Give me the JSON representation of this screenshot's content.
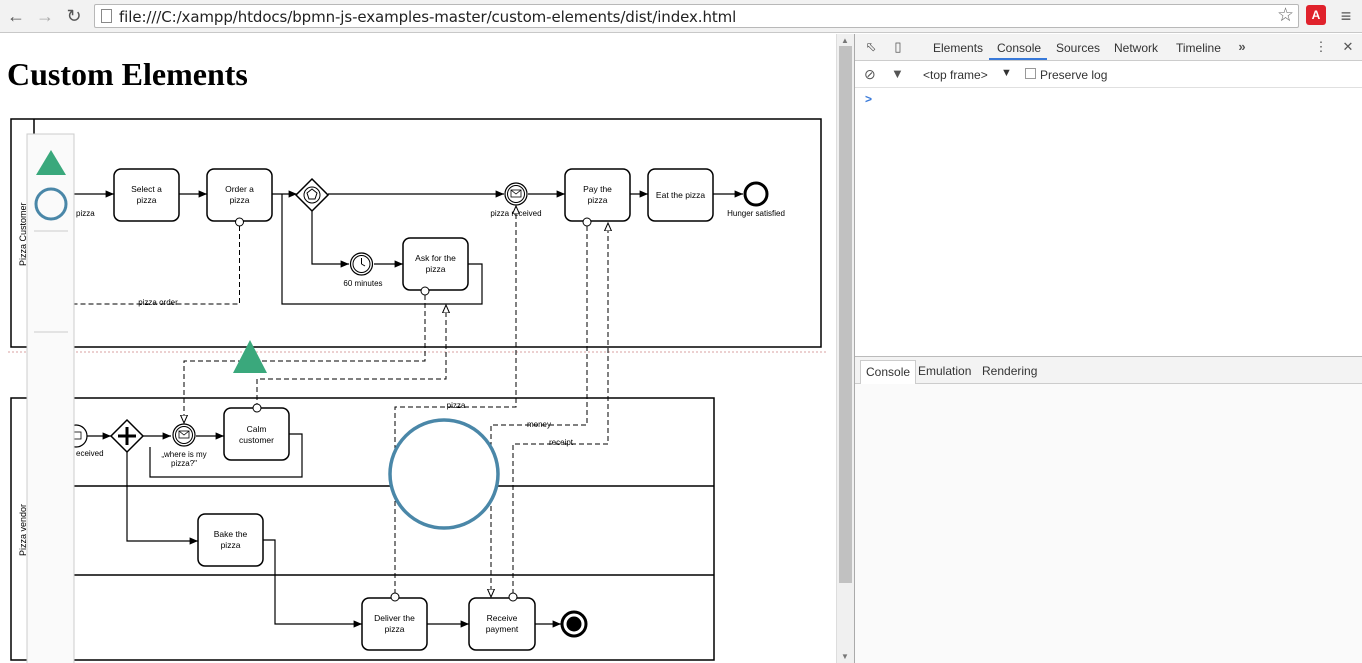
{
  "browser": {
    "url": "file:///C:/xampp/htdocs/bpmn-js-examples-master/custom-elements/dist/index.html",
    "back_icon": "back-arrow-icon",
    "forward_icon": "forward-arrow-icon",
    "reload_icon": "reload-icon",
    "star_icon": "star-icon",
    "extension_icon": "extension-icon",
    "menu_icon": "menu-icon"
  },
  "page": {
    "title": "Custom Elements"
  },
  "diagram": {
    "pools": [
      {
        "name": "Pizza Customer"
      },
      {
        "name": "Pizza vendor"
      }
    ],
    "customer": {
      "start_label": "pizza",
      "select_task": [
        "Select a",
        "pizza"
      ],
      "order_task": [
        "Order a",
        "pizza"
      ],
      "timer_label": "60 minutes",
      "ask_task": [
        "Ask for the",
        "pizza"
      ],
      "received_label": "pizza received",
      "pay_task": [
        "Pay the",
        "pizza"
      ],
      "eat_task": "Eat the pizza",
      "end_label": "Hunger satisfied"
    },
    "vendor": {
      "start_label": "eceived",
      "where_label": [
        "„where is my",
        "pizza?\""
      ],
      "calm_task": [
        "Calm",
        "customer"
      ],
      "bake_task": [
        "Bake the",
        "pizza"
      ],
      "deliver_task": [
        "Deliver the",
        "pizza"
      ],
      "receive_task": [
        "Receive",
        "payment"
      ]
    },
    "flows": {
      "pizza_order": "pizza order",
      "pizza": "pizza",
      "money": "money",
      "receipt": "receipt"
    },
    "colors": {
      "triangle": "#3aa87c",
      "circle": "#4a87a8"
    }
  },
  "devtools": {
    "tabs": [
      "Elements",
      "Console",
      "Sources",
      "Network",
      "Timeline"
    ],
    "active_tab": "Console",
    "more_icon": "more-tabs-icon",
    "frame": "<top frame>",
    "preserve_log": "Preserve log",
    "prompt": ">",
    "drawer_tabs": [
      "Console",
      "Emulation",
      "Rendering"
    ],
    "drawer_active": "Console"
  }
}
